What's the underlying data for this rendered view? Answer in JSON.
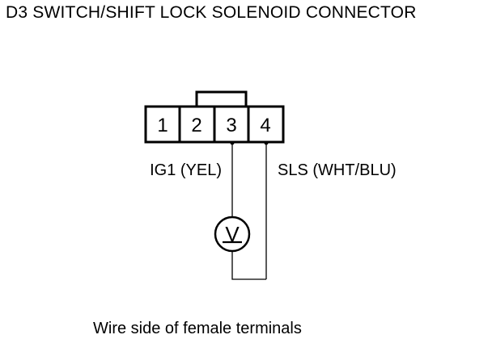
{
  "diagram": {
    "title": "D3 SWITCH/SHIFT LOCK SOLENOID CONNECTOR",
    "connector": {
      "pins": [
        "1",
        "2",
        "3",
        "4"
      ]
    },
    "wires": {
      "pin3_label": "IG1 (YEL)",
      "pin4_label": "SLS (WHT/BLU)"
    },
    "meter": {
      "symbol": "V"
    },
    "caption": "Wire side of female terminals"
  }
}
